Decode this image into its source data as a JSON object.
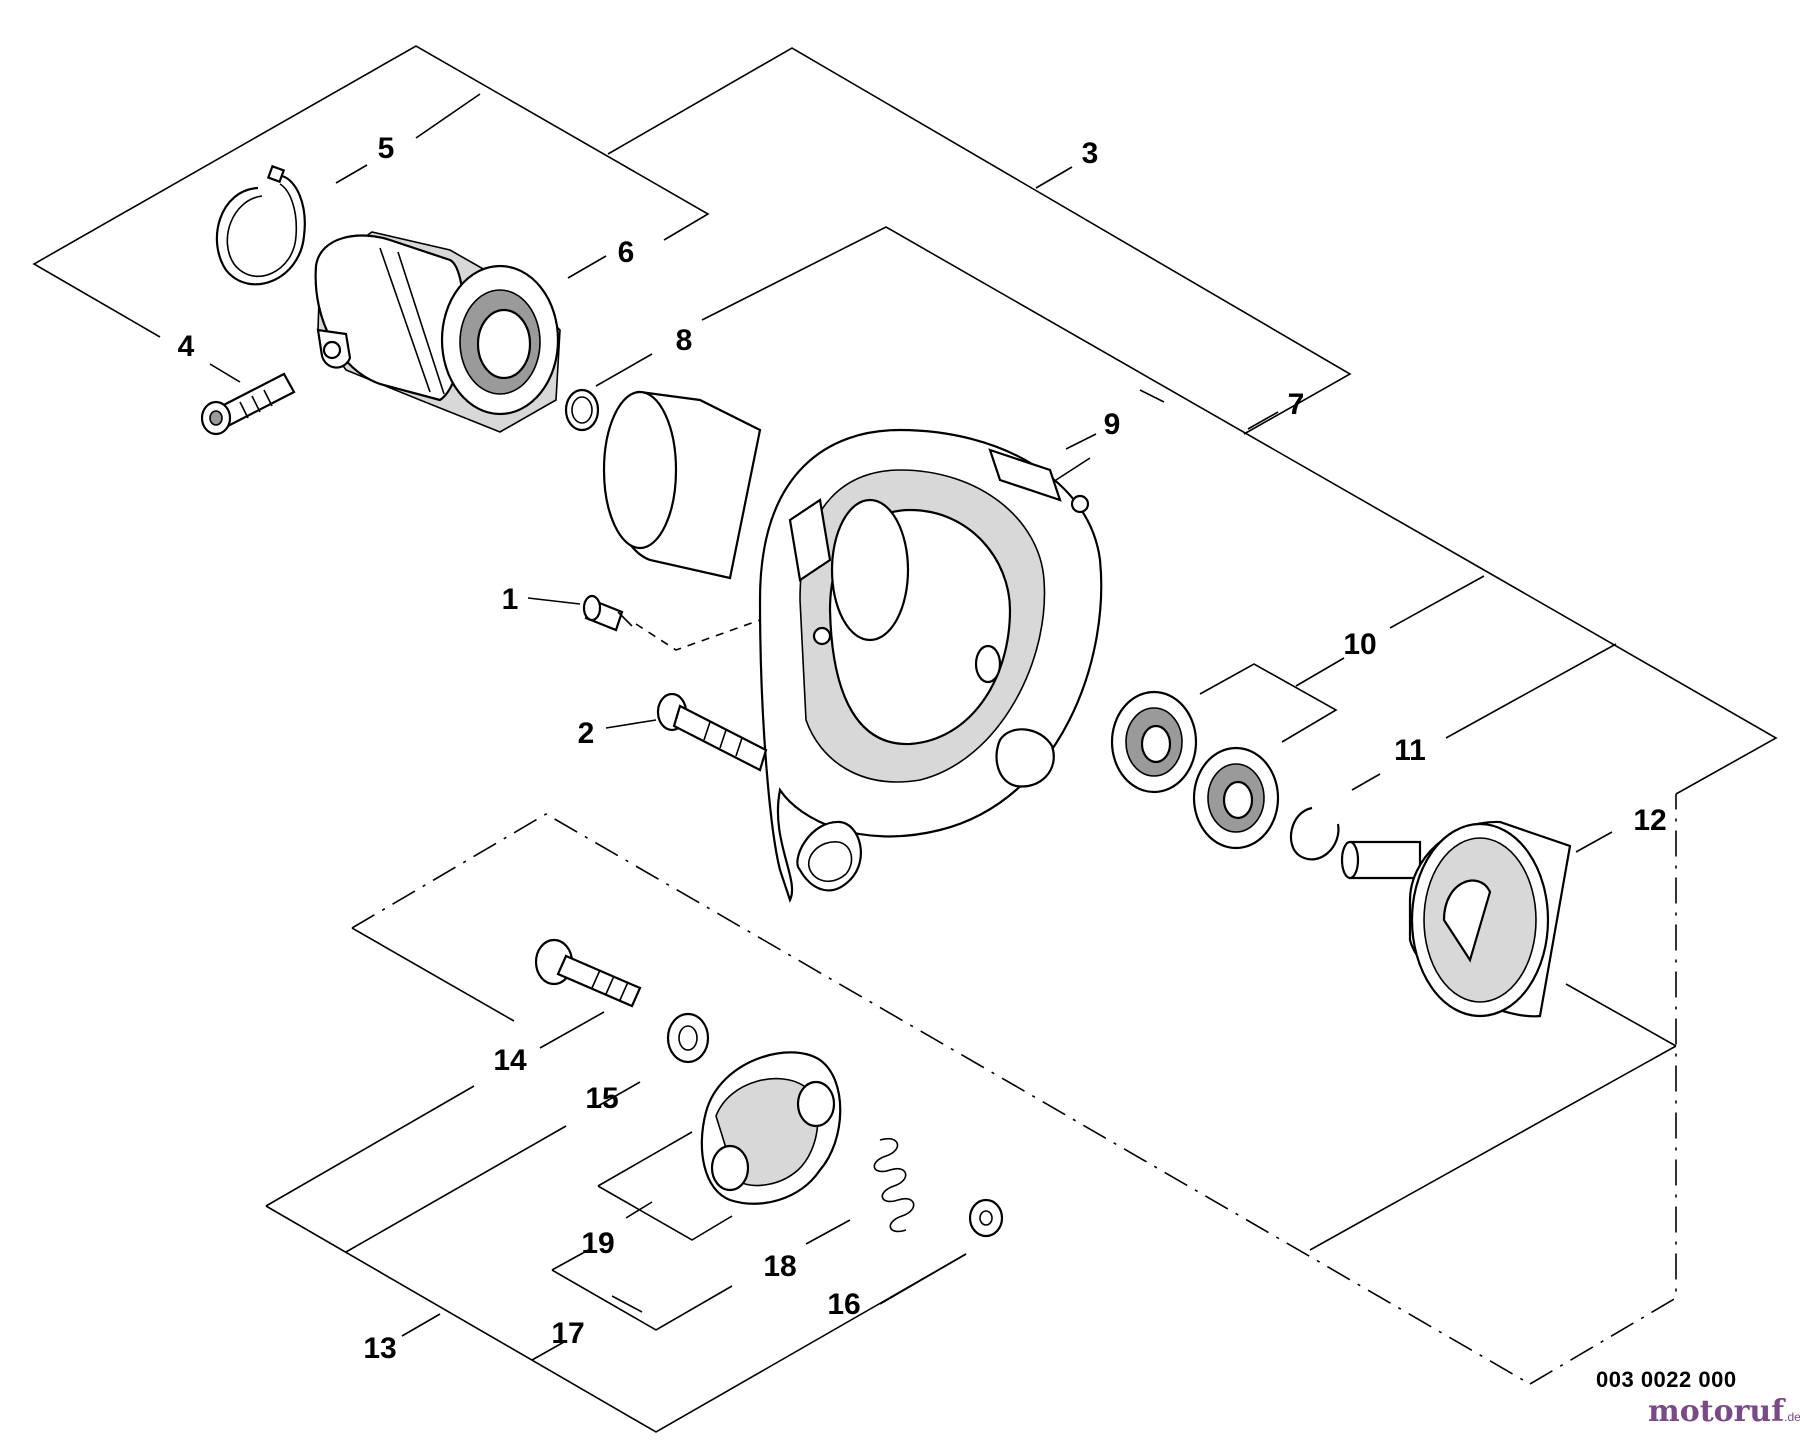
{
  "callouts": [
    {
      "id": "1",
      "text": "1"
    },
    {
      "id": "2",
      "text": "2"
    },
    {
      "id": "3",
      "text": "3"
    },
    {
      "id": "4",
      "text": "4"
    },
    {
      "id": "5",
      "text": "5"
    },
    {
      "id": "6",
      "text": "6"
    },
    {
      "id": "7",
      "text": "7"
    },
    {
      "id": "8",
      "text": "8"
    },
    {
      "id": "9",
      "text": "9"
    },
    {
      "id": "10",
      "text": "10"
    },
    {
      "id": "11",
      "text": "11"
    },
    {
      "id": "12",
      "text": "12"
    },
    {
      "id": "13",
      "text": "13"
    },
    {
      "id": "14",
      "text": "14"
    },
    {
      "id": "15",
      "text": "15"
    },
    {
      "id": "16",
      "text": "16"
    },
    {
      "id": "17",
      "text": "17"
    },
    {
      "id": "18",
      "text": "18"
    },
    {
      "id": "19",
      "text": "19"
    }
  ],
  "drawing_code": "003 0022 000",
  "watermark": {
    "name": "motoruf",
    "suffix": ".de"
  }
}
